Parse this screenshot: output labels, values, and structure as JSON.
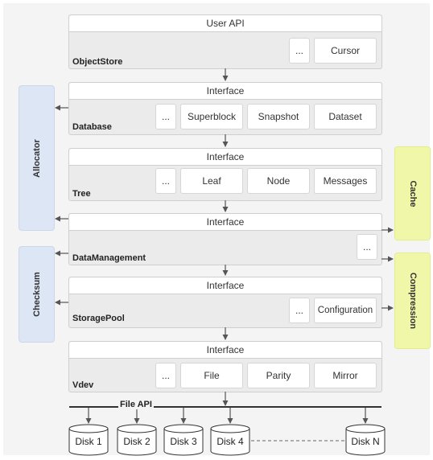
{
  "layers": {
    "objectstore": {
      "header": "User API",
      "name": "ObjectStore",
      "ellipsis": "...",
      "components": [
        "Cursor"
      ]
    },
    "database": {
      "header": "Interface",
      "name": "Database",
      "ellipsis": "...",
      "components": [
        "Superblock",
        "Snapshot",
        "Dataset"
      ]
    },
    "tree": {
      "header": "Interface",
      "name": "Tree",
      "ellipsis": "...",
      "components": [
        "Leaf",
        "Node",
        "Messages"
      ]
    },
    "datamanagement": {
      "header": "Interface",
      "name": "DataManagement",
      "ellipsis": "..."
    },
    "storagepool": {
      "header": "Interface",
      "name": "StoragePool",
      "ellipsis": "...",
      "components": [
        "Configuration"
      ]
    },
    "vdev": {
      "header": "Interface",
      "name": "Vdev",
      "ellipsis": "...",
      "components": [
        "File",
        "Parity",
        "Mirror"
      ]
    }
  },
  "side_boxes": {
    "allocator": "Allocator",
    "checksum": "Checksum",
    "cache": "Cache",
    "compression": "Compression"
  },
  "file_api": "File API",
  "disks": [
    "Disk 1",
    "Disk 2",
    "Disk 3",
    "Disk 4",
    "Disk N"
  ],
  "colors": {
    "side_blue": "#dde6f5",
    "side_yellow": "#f1f7a9",
    "layer_fill": "#ebebeb",
    "arrow": "#555555"
  }
}
